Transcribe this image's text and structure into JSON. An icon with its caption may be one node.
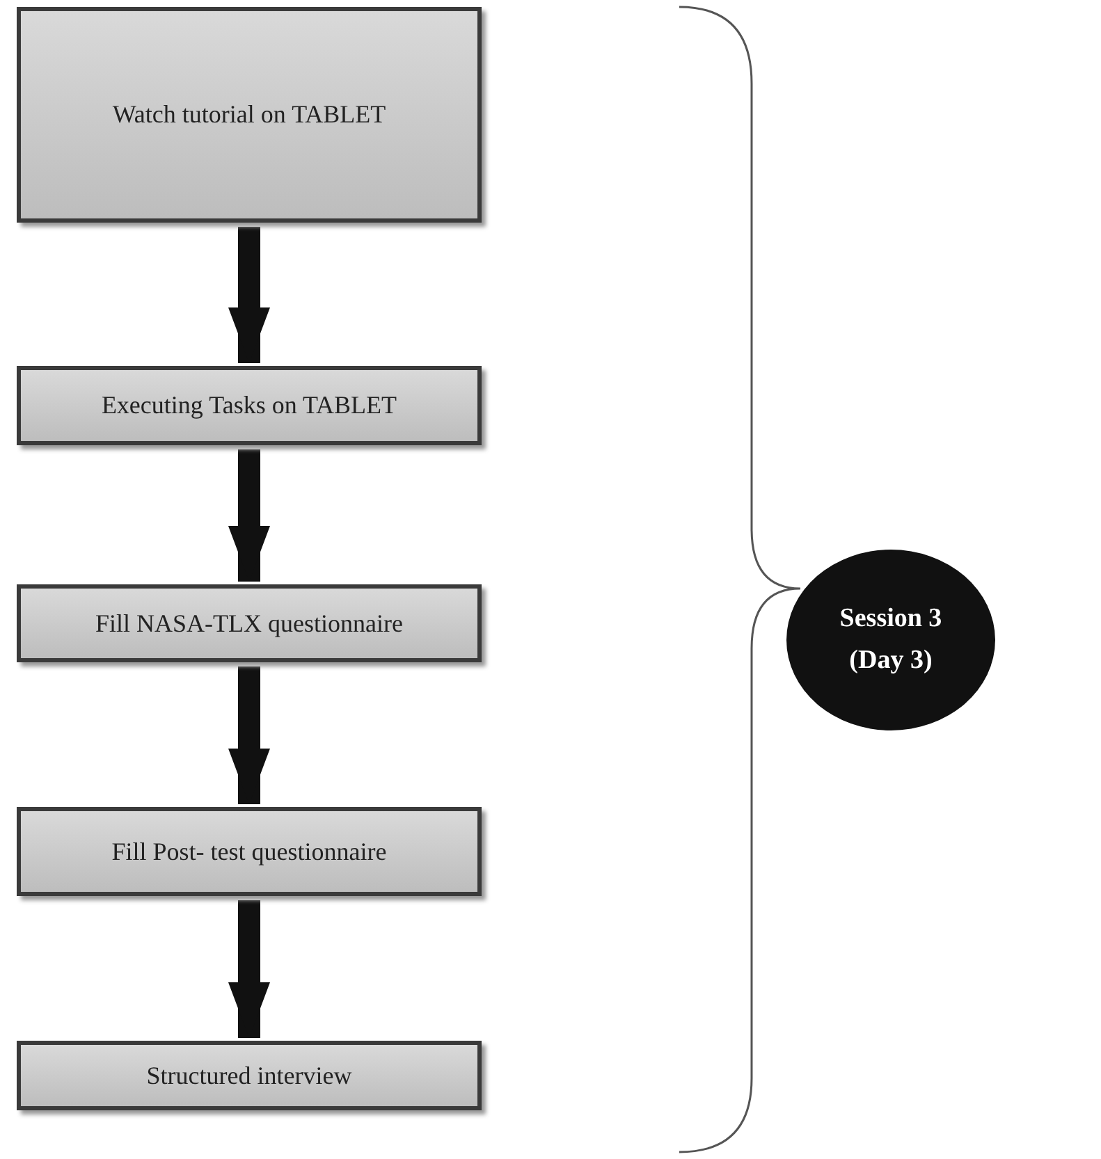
{
  "diagram": {
    "nodes": [
      {
        "text": [
          "Watch tutorial on TABLET"
        ]
      },
      {
        "text": [
          "Executing Tasks on TABLET"
        ]
      },
      {
        "text": [
          "Fill NASA-TLX questionnaire"
        ]
      },
      {
        "text": [
          "Fill Post- test questionnaire"
        ]
      },
      {
        "text": [
          "Structured interview"
        ]
      },
      {
        "text": [
          "Session 3 (Day 3)"
        ]
      }
    ],
    "edges": [
      {
        "from": 0,
        "to": 1,
        "arrow": "to"
      },
      {
        "from": 1,
        "to": 2,
        "arrow": "to"
      },
      {
        "from": 2,
        "to": 3,
        "arrow": "to"
      },
      {
        "from": 3,
        "to": 4,
        "arrow": "to"
      }
    ]
  }
}
